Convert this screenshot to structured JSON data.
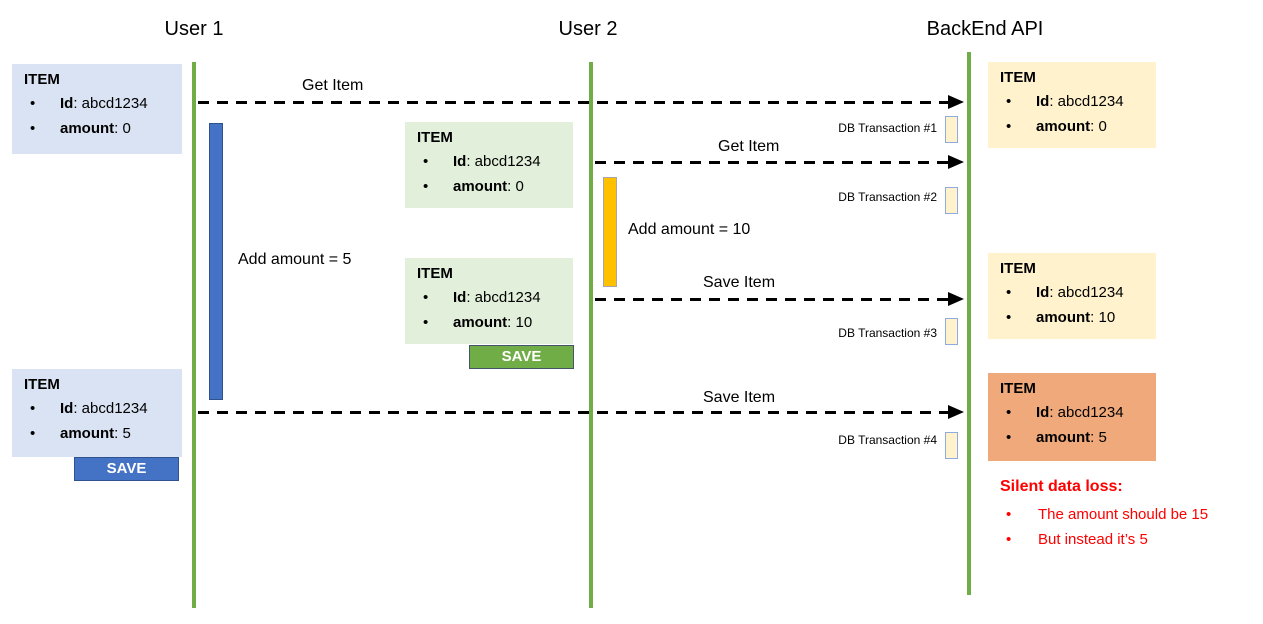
{
  "lanes": [
    {
      "title": "User 1"
    },
    {
      "title": "User 2"
    },
    {
      "title": "BackEnd API"
    }
  ],
  "boxes": [
    {
      "title": "ITEM",
      "id_bold": "Id",
      "id_rest": ": abcd1234",
      "amount_bold": "amount",
      "amount_rest": ": 0"
    },
    {
      "title": "ITEM",
      "id_bold": "Id",
      "id_rest": ": abcd1234",
      "amount_bold": "amount",
      "amount_rest": ": 0"
    },
    {
      "title": "ITEM",
      "id_bold": "Id",
      "id_rest": ": abcd1234",
      "amount_bold": "amount",
      "amount_rest": ": 10"
    },
    {
      "title": "ITEM",
      "id_bold": "Id",
      "id_rest": ": abcd1234",
      "amount_bold": "amount",
      "amount_rest": ": 5"
    },
    {
      "title": "ITEM",
      "id_bold": "Id",
      "id_rest": ": abcd1234",
      "amount_bold": "amount",
      "amount_rest": ": 0"
    },
    {
      "title": "ITEM",
      "id_bold": "Id",
      "id_rest": ": abcd1234",
      "amount_bold": "amount",
      "amount_rest": ": 10"
    },
    {
      "title": "ITEM",
      "id_bold": "Id",
      "id_rest": ": abcd1234",
      "amount_bold": "amount",
      "amount_rest": ": 5"
    }
  ],
  "arrows": [
    {
      "label": "Get Item"
    },
    {
      "label": "Get Item"
    },
    {
      "label": "Save Item"
    },
    {
      "label": "Save Item"
    }
  ],
  "activations": [
    {
      "label": "Add amount = 5"
    },
    {
      "label": "Add amount = 10"
    }
  ],
  "transactions": [
    {
      "label": "DB Transaction #1"
    },
    {
      "label": "DB Transaction #2"
    },
    {
      "label": "DB Transaction #3"
    },
    {
      "label": "DB Transaction #4"
    }
  ],
  "save_buttons": [
    {
      "label": "SAVE"
    },
    {
      "label": "SAVE"
    }
  ],
  "note": {
    "title": "Silent data loss:",
    "bullets": [
      {
        "text": "The amount should be 15"
      },
      {
        "text": "But instead it’s 5"
      }
    ]
  },
  "colors": {
    "lifeline_green": "#70AD47",
    "item_box_blue": "#DAE3F3",
    "item_box_green": "#E2EFDA",
    "item_box_yellow": "#FFF2CC",
    "item_box_orange": "#F0A97A",
    "activation_blue": "#4472C4",
    "activation_orange": "#FFC000",
    "save_button_green": "#70AD47",
    "save_button_blue": "#4472C4",
    "transaction_fill": "#FFF2CC",
    "transaction_border": "#8FAADC",
    "note_red": "#FF0000"
  }
}
